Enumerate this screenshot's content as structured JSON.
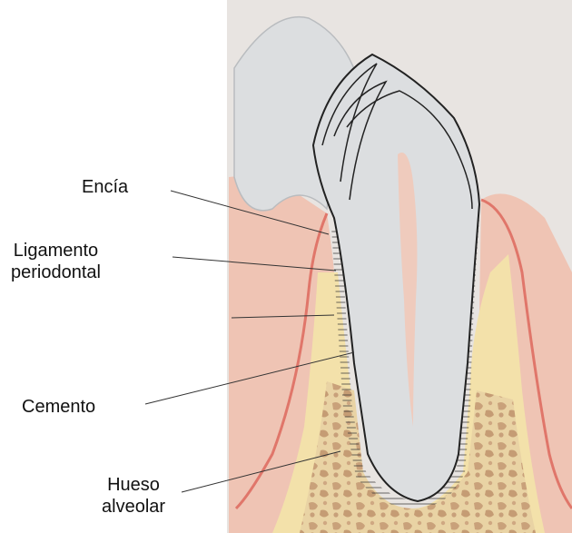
{
  "labels": {
    "encia": "Encía",
    "ligamento_line1": "Ligamento",
    "ligamento_line2": "periodontal",
    "cemento": "Cemento",
    "hueso_line1": "Hueso",
    "hueso_line2": "alveolar"
  },
  "colors": {
    "tooth_fill": "#dcdee0",
    "pulp_fill": "#efcbbd",
    "gingiva_fill": "#efc2b3",
    "gingiva_edge": "#e0766a",
    "bone_fill": "#d6b690",
    "bone_outline": "#f2dfa8",
    "page_paper": "#e6e2df"
  },
  "icons": [
    "tooth-illustration"
  ]
}
